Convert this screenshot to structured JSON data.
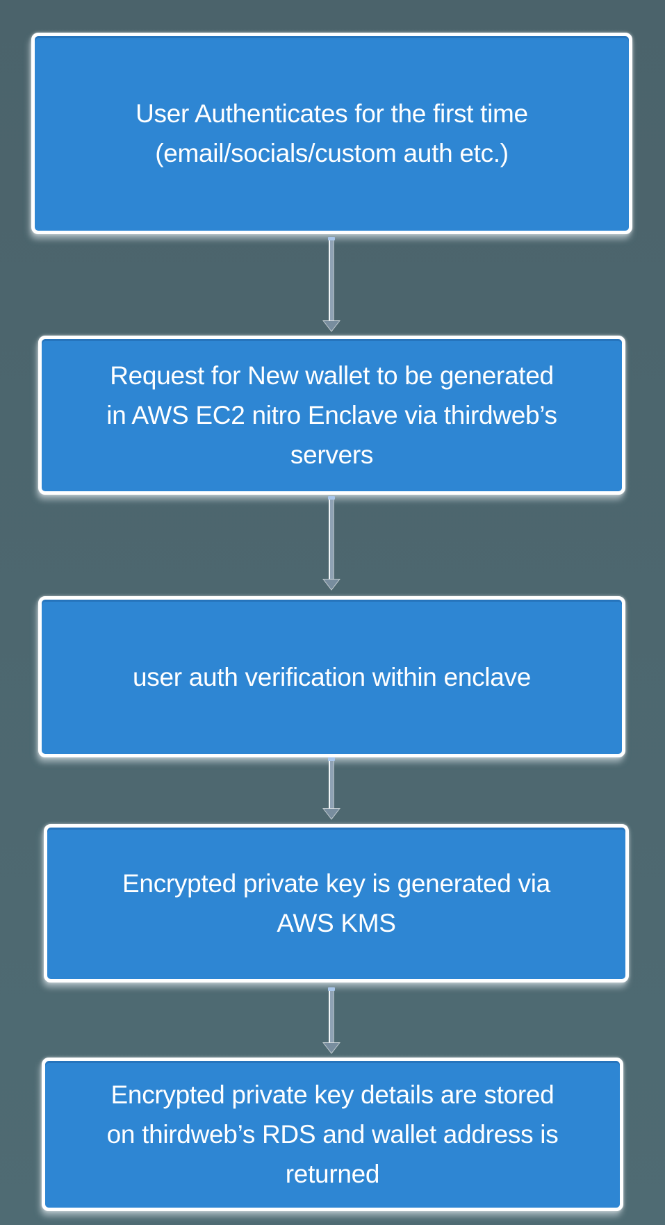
{
  "palette": {
    "background_top": "#4b636b",
    "background_bottom": "#4f6b73",
    "box_fill": "#2e86d3",
    "box_fill_edge": "#2a7ac4",
    "box_border": "#ffffff",
    "text_color": "#ffffff",
    "arrow_stem": "#8fa2b4",
    "arrow_stem_edge": "#f2f6f8",
    "arrow_head": "#788d9e",
    "connector_dot": "#a9c6ea"
  },
  "flowchart": {
    "type": "vertical-flow",
    "direction": "top-to-bottom",
    "steps": [
      {
        "id": "step-1",
        "text": "User Authenticates for the first time (email/socials/custom auth etc.)",
        "lines": [
          "User Authenticates for the first time",
          "(email/socials/custom auth etc.)"
        ]
      },
      {
        "id": "step-2",
        "text": "Request for New wallet to be generated in AWS EC2 nitro Enclave via thirdweb’s servers",
        "lines": [
          "Request for New wallet to be generated",
          "in AWS EC2 nitro Enclave via thirdweb’s",
          "servers"
        ]
      },
      {
        "id": "step-3",
        "text": "user auth verification within enclave",
        "lines": [
          "user auth verification within enclave"
        ]
      },
      {
        "id": "step-4",
        "text": "Encrypted private key is generated via AWS KMS",
        "lines": [
          "Encrypted private key is generated via",
          "AWS KMS"
        ]
      },
      {
        "id": "step-5",
        "text": "Encrypted private key details are stored on thirdweb’s RDS and wallet address is returned",
        "lines": [
          "Encrypted private key details are stored",
          "on thirdweb’s RDS and wallet address is",
          "returned"
        ]
      }
    ],
    "connectors": [
      {
        "from": "step-1",
        "to": "step-2"
      },
      {
        "from": "step-2",
        "to": "step-3"
      },
      {
        "from": "step-3",
        "to": "step-4"
      },
      {
        "from": "step-4",
        "to": "step-5"
      }
    ]
  }
}
